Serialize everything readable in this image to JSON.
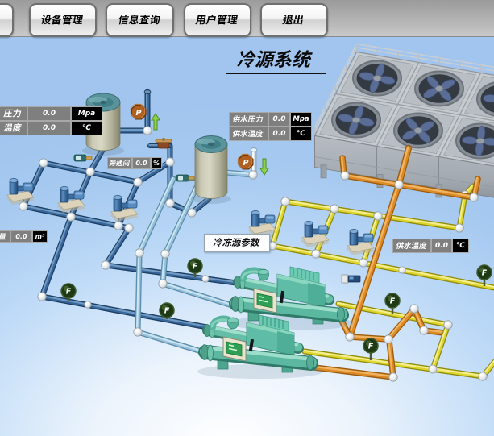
{
  "screen": {
    "title": "冷源系统"
  },
  "toolbar": {
    "buttons": [
      {
        "label": ""
      },
      {
        "label": "设备管理"
      },
      {
        "label": "信息查询"
      },
      {
        "label": "用户管理"
      },
      {
        "label": "退出"
      }
    ]
  },
  "labels": {
    "return_pressure": {
      "label": "压力",
      "value": "0.0",
      "unit": "Mpa"
    },
    "return_temp": {
      "label": "温度",
      "value": "0.0",
      "unit": "℃"
    },
    "supply_pressure": {
      "label": "供水压力",
      "value": "0.0",
      "unit": "Mpa"
    },
    "supply_temp": {
      "label": "供水温度",
      "value": "0.0",
      "unit": "℃"
    },
    "bypass_valve": {
      "label": "旁通阀",
      "value": "0.0",
      "unit": "%"
    },
    "flow": {
      "label": "流量",
      "value": "0.0",
      "unit": "m³"
    },
    "cw_supply_temp": {
      "label": "供水温度",
      "value": "0.0",
      "unit": "℃"
    }
  },
  "param_button": {
    "label": "冷冻源参数"
  },
  "gauges": {
    "pressure_label": "P",
    "flow_label": "F"
  },
  "equipment": {
    "cooling_tower_fans": 6,
    "buffer_tanks": 2,
    "chillers": 2,
    "chilled_water_pumps": 3,
    "cooling_water_pumps": 3
  },
  "colors": {
    "chilled_return_pipe": "#38679c",
    "chilled_supply_pipe": "#97c2da",
    "cooling_supply_pipe": "#ddd52b",
    "cooling_return_pipe": "#dd8a25",
    "background": "#a6c9f0",
    "toolbar": "#a9a9a9"
  }
}
